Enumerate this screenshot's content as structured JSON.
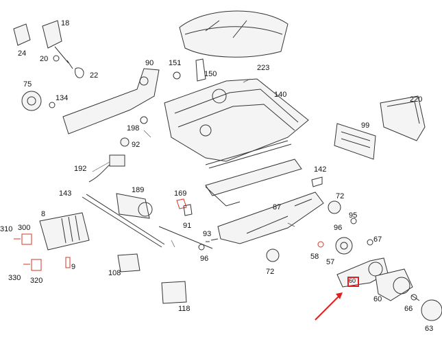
{
  "diagram": {
    "labels": [
      "18",
      "24",
      "20",
      "22",
      "90",
      "151",
      "150",
      "223",
      "75",
      "134",
      "140",
      "220",
      "198",
      "92",
      "99",
      "192",
      "142",
      "143",
      "189",
      "169",
      "72",
      "8",
      "87",
      "310",
      "300",
      "91",
      "93",
      "96",
      "96",
      "67",
      "95",
      "9",
      "58",
      "57",
      "330",
      "320",
      "108",
      "72",
      "60",
      "66",
      "118",
      "63",
      "60"
    ],
    "highlighted_part": "60",
    "colors": {
      "line": "#333333",
      "highlight": "#e02020",
      "arrow": "#e02020"
    }
  }
}
